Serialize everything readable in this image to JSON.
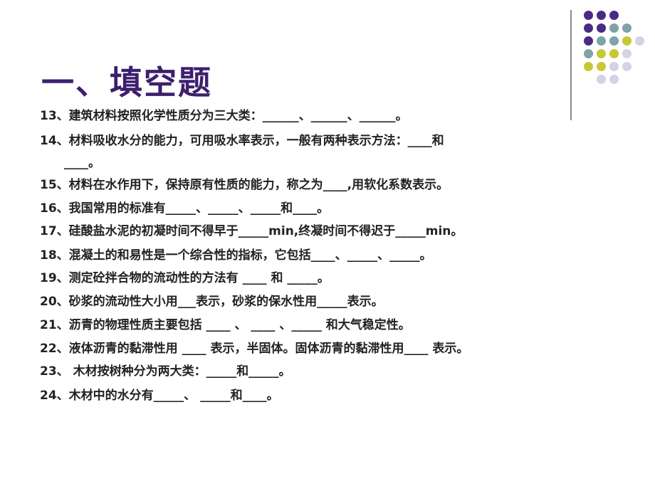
{
  "title": "一、填空题",
  "decoration": {
    "colors": {
      "purple": "#4a2a82",
      "teal": "#7fa3a6",
      "lime": "#c8c832",
      "lavender": "#d4d2e6"
    },
    "grid": [
      [
        "purple",
        "purple",
        "purple",
        null,
        null
      ],
      [
        "purple",
        "purple",
        "teal",
        "teal",
        null
      ],
      [
        "purple",
        "teal",
        "teal",
        "lime",
        "lavender"
      ],
      [
        "teal",
        "lime",
        "lime",
        "lavender",
        null
      ],
      [
        "lime",
        "lime",
        "lavender",
        "lavender",
        null
      ],
      [
        null,
        "lavender",
        "lavender",
        null,
        null
      ]
    ]
  },
  "questions": [
    "13、建筑材料按照化学性质分为三大类：______、______、______。",
    "14、材料吸收水分的能力，可用吸水率表示，一般有两种表示方法：____和",
    "____。",
    "15、材料在水作用下，保持原有性质的能力，称之为____,用软化系数表示。",
    "16、我国常用的标准有_____、_____、_____和____。",
    "17、硅酸盐水泥的初凝时间不得早于_____min,终凝时间不得迟于_____min。",
    "18、混凝土的和易性是一个综合性的指标，它包括____、_____、_____。",
    "19、测定砼拌合物的流动性的方法有 ____ 和 _____。",
    "20、砂浆的流动性大小用___表示，砂浆的保水性用_____表示。",
    "21、沥青的物理性质主要包括 ____ 、 ____  、_____ 和大气稳定性。",
    "22、液体沥青的黏滞性用 ____ 表示，半固体。固体沥青的黏滞性用____ 表示。",
    "23、 木材按树种分为两大类：_____和_____。",
    "24、木材中的水分有_____、 _____和____。"
  ]
}
